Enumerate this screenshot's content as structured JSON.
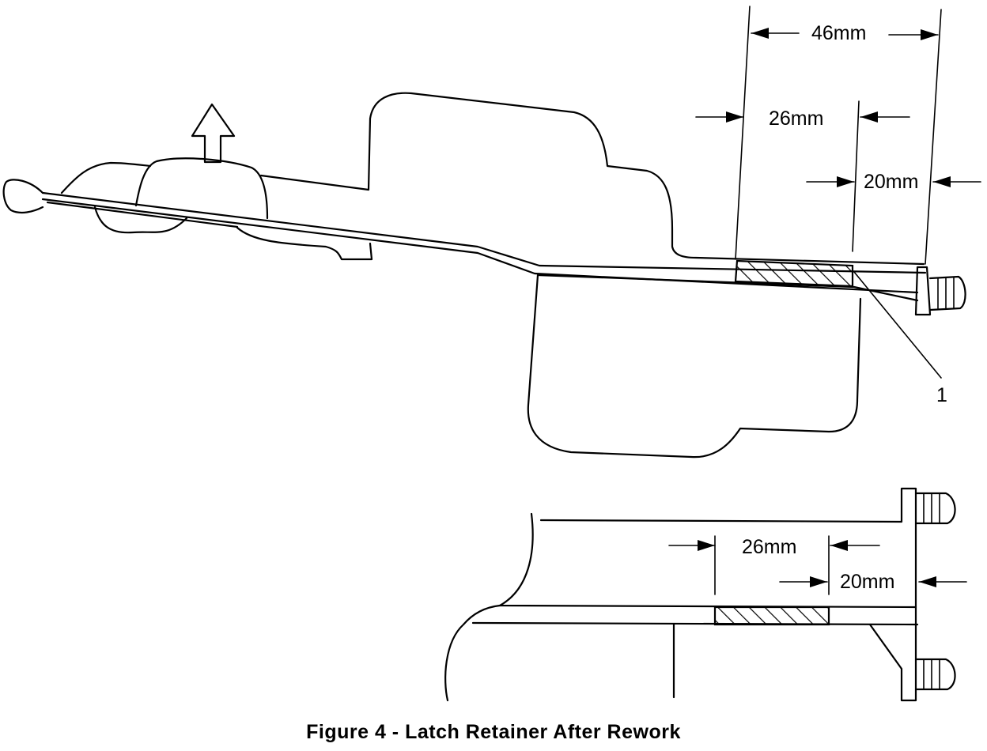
{
  "caption": "Figure 4 - Latch Retainer After Rework",
  "callout": "1",
  "top_view": {
    "dim_overall": "46mm",
    "dim_hatched": "26mm",
    "dim_end": "20mm"
  },
  "detail_view": {
    "dim_hatched": "26mm",
    "dim_end": "20mm"
  }
}
